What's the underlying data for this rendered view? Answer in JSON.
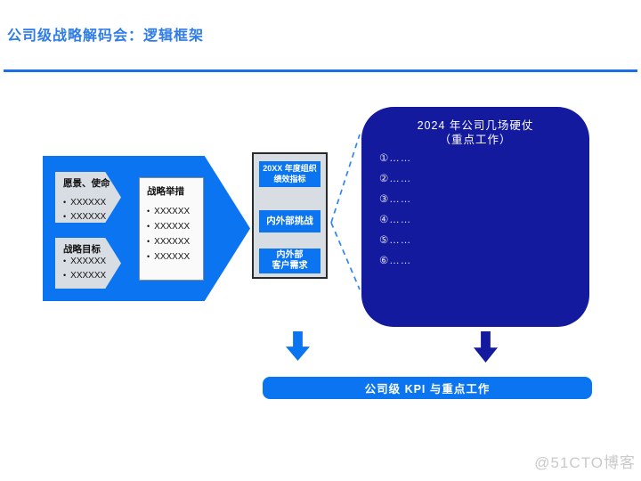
{
  "slide": {
    "title": "公司级战略解码会：逻辑框架",
    "watermark": "@51CTO博客"
  },
  "strategy_arrow": {
    "vision": {
      "title": "愿景、使命",
      "bullets": [
        "XXXXXX",
        "XXXXXX"
      ]
    },
    "goals": {
      "title": "战略目标",
      "bullets": [
        "XXXXXX",
        "XXXXXX"
      ]
    },
    "initiatives": {
      "title": "战略举措",
      "bullets": [
        "XXXXXX",
        "XXXXXX",
        "XXXXXX",
        "XXXXXX"
      ]
    }
  },
  "middle_column": {
    "kpi_box": {
      "line1": "20XX 年度组织",
      "line2": "绩效指标"
    },
    "challenge_box": {
      "label": "内外部挑战"
    },
    "customer_box": {
      "line1": "内外部",
      "line2": "客户需求"
    }
  },
  "battles_box": {
    "title_line1": "2024 年公司几场硬仗",
    "title_line2": "（重点工作）",
    "items": [
      "①……",
      "②……",
      "③……",
      "④……",
      "⑤……",
      "⑥……"
    ]
  },
  "bottom_bar": {
    "label": "公司级 KPI 与重点工作"
  },
  "colors": {
    "accent_blue": "#0b74f0",
    "dark_navy": "#141a9e",
    "title_blue": "#2e7ce8",
    "panel_gray": "#d8dde4"
  }
}
